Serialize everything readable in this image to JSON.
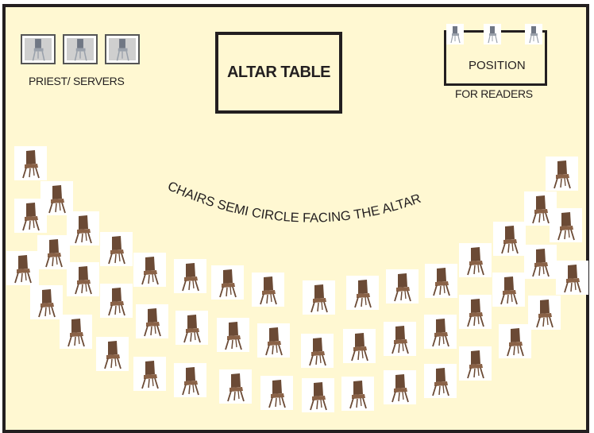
{
  "labels": {
    "priest_servers": "PRIEST/ SERVERS",
    "altar_table": "ALTAR TABLE",
    "position": "POSITION",
    "for_readers": "FOR READERS",
    "curved_caption": "CHAIRS SEMI CIRCLE FACING THE ALTAR"
  },
  "icons": {
    "congregation_chair": "wooden-chair-icon",
    "priest_chair": "grey-chair-icon",
    "reader_chair": "grey-chair-icon"
  },
  "colors": {
    "background": "#fff8d2",
    "outline": "#231f20",
    "wood_chair": "#6b4a35",
    "grey_chair": "#707784"
  }
}
